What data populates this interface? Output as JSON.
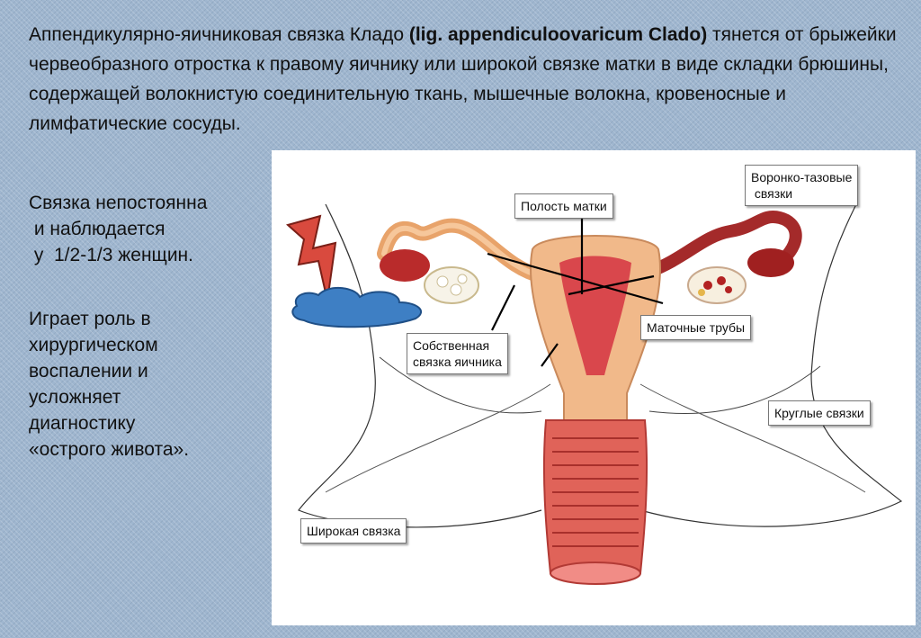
{
  "intro": {
    "text_start": "Аппендикулярно-яичниковая связка Кладо ",
    "latin": "(lig. appendiculoovaricum Clado)",
    "text_rest": " тянется от брыжейки червеобразного отростка к правому яичнику или широкой связке матки в виде складки брюшины, содержащей волокнистую соединительную ткань, мышечные волокна, кровеносные и лимфатические сосуды."
  },
  "occurrence": {
    "line1": "Связка непостоянна",
    "line2": " и наблюдается",
    "line3": " у  1/2-1/3 женщин."
  },
  "clinical": {
    "line1": "Играет роль в",
    "line2": "хирургическом",
    "line3": "воспалении и",
    "line4": "усложняет",
    "line5": "диагностику",
    "line6": "«острого живота»."
  },
  "diagram_labels": {
    "uterine_cavity": "Полость матки",
    "infundibulopelvic": "Воронко-тазовые\n связки",
    "fallopian_tubes": "Маточные трубы",
    "ovarian_ligament": "Собственная\nсвязка яичника",
    "round_ligaments": "Круглые связки",
    "broad_ligament": "Широкая связка"
  },
  "colors": {
    "background": "#9fb6cf",
    "uterus_outer": "#f1b98a",
    "uterus_inner": "#d9474c",
    "tube": "#b93636",
    "cloud": "#3e7fc4",
    "lightning": "#d94a3e"
  }
}
